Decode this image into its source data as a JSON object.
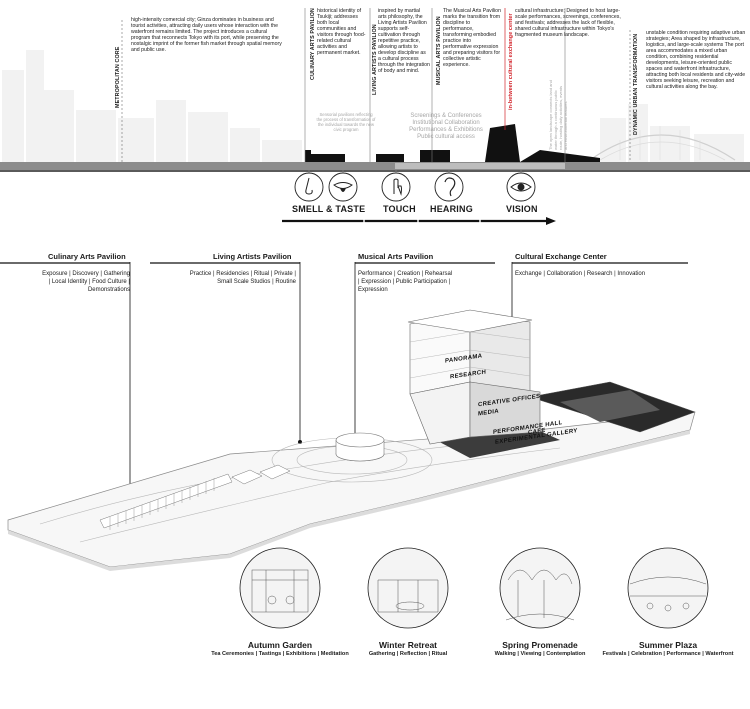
{
  "columns": [
    {
      "id": "metro",
      "label": "METROPOLITAN CORE",
      "text": "high-intensity comercial city; Ginza dominates in business and tourist activities, attracting daily users whose interaction with the waterfront remains limited. The project introduces a cultural program that reconnects Tokyo with its port, while preserving the nostalgic imprint of the former fish market through spatial memory and public use."
    },
    {
      "id": "culinary",
      "label": "CULINARY ARTS PAVILION",
      "text": "historical identity of Tsukiji; addresses both local communities and visitors through food-related cultural activities and permanent market."
    },
    {
      "id": "living",
      "label": "LIVING ARTISTS PAVILION",
      "text": "inspired by martial arts philosophy, the Living Artists Pavilion supports self-cultivation through repetitive practice, allowing artists to develop discipline as a cultural process through the integration of body and mind."
    },
    {
      "id": "musical",
      "label": "MUSICAL ARTS PAVILION",
      "text": "The Musical Arts Pavilion marks the transition from discipline to performance, transforming embodied practice into performative expression and preparing visitors for collective artistic experience."
    },
    {
      "id": "exchange",
      "label": "in-between cultural exchange center",
      "text": "cultural infrastructure; Designed to host large-scale performances, screenings, conferences, and festivals; addresses the lack of flexible, shared cultural infrastructure within Tokyo's fragmented museum landscape."
    },
    {
      "id": "dynamic",
      "label": "DYNAMIC URBAN TRANSFORMATION",
      "text": "unstable condition requiring adaptive urban strategies; Area shaped by infrastructure, logistics, and large-scale systems The port area accommodates a mixed urban condition, combining residential developments, leisure-oriented public spaces and waterfront infrastructure, attracting both local residents and city-wide visitors seeking leisure, recreation and cultural activities along the bay."
    }
  ],
  "grey_notes": {
    "sensorial": "Sensorial pavilions reflecting the process of transformation of the individual towards the new civic program",
    "programs": [
      "Screenings & Conferences",
      "Institutional Collaboration",
      "Performances & Exhibitions",
      "Public cultural access"
    ],
    "exchange_note": "The open landscape connects land and water through a continuous public route, hosting daily activities, events and environmental features"
  },
  "senses": [
    "SMELL & TASTE",
    "TOUCH",
    "HEARING",
    "VISION"
  ],
  "panels": [
    {
      "title": "Culinary Arts Pavilion",
      "items": [
        "Exposure  | Discovery | Gathering",
        "| Local Identity | Food Culture |",
        "Demonstrations"
      ]
    },
    {
      "title": "Living Artists Pavilion",
      "items": [
        "Practice | Residencies | Ritual | Private |",
        "Small Scale Studios | Routine"
      ]
    },
    {
      "title": "Musical Arts Pavilion",
      "items": [
        "Performance | Creation | Rehearsal",
        "| Expression | Public Participation |",
        "Expression"
      ]
    },
    {
      "title": "Cultural Exchange Center",
      "items": [
        "Exchange | Collaboration | Research | Innovation"
      ]
    }
  ],
  "building_labels": [
    "PANORAMA",
    "RESEARCH",
    "CREATIVE OFFICES",
    "MEDIA",
    "PERFORMANCE HALL",
    "EXPERIMENTAL GALLERY",
    "CAFE"
  ],
  "vignettes": [
    {
      "title": "Autumn Garden",
      "sub": "Tea Ceremonies | Tastings | Exhibitions | Meditation"
    },
    {
      "title": "Winter Retreat",
      "sub": "Gathering | Reflection | Ritual"
    },
    {
      "title": "Spring Promenade",
      "sub": "Walking | Viewing | Contemplation"
    },
    {
      "title": "Summer Plaza",
      "sub": "Festivals | Celebration | Performance | Waterfront"
    }
  ],
  "icons": [
    "nose-icon",
    "mouth-icon",
    "hand-icon",
    "ear-icon",
    "eye-icon"
  ]
}
